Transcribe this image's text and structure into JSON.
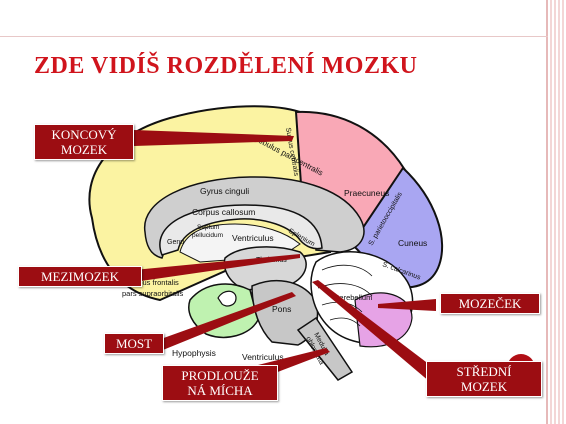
{
  "title": "ZDE VIDÍŠ ROZDĚLENÍ MOZKU",
  "labels": {
    "koncovy_line1": "KONCOVÝ",
    "koncovy_line2": "MOZEK",
    "mezimozek": "MEZIMOZEK",
    "mozecek": "MOZEČEK",
    "most": "MOST",
    "prodlouzena_line1": "PRODLOUŽE",
    "prodlouzena_line2": "NÁ MÍCHA",
    "stredni_line1": "STŘEDNÍ",
    "stredni_line2": "MOZEK"
  },
  "diagram_text": {
    "sulcus_centralis": "Sulcus centralis",
    "lobulus_paracentralis": "Lobulus paracentralis",
    "praecuneus": "Praecuneus",
    "gyrus_cinguli": "Gyrus cinguli",
    "corpus_callosum": "Corpus callosum",
    "septum_pellucidum_1": "Septum",
    "septum_pellucidum_2": "pellucidum",
    "genu": "Genu",
    "ventriculus": "Ventriculus",
    "splenium": "Splenium",
    "sulcus_parietooccipitalis": "S. parietooccipitalis",
    "cuneus": "Cuneus",
    "sulcus_calcarinus": "S. calcarinus",
    "lobus_frontalis_1": "Lobus frontalis",
    "lobus_frontalis_2": "pars supraorbitalis",
    "thalamus": "Thalamus",
    "cerebellum": "Cerebellum",
    "pons": "Pons",
    "hypophysis": "Hypophysis",
    "ventriculus_quartus": "Ventriculus",
    "medulla_1": "Medulla",
    "medulla_2": "oblongata"
  },
  "colors": {
    "title": "#d0141c",
    "label_bg": "#9c0d12",
    "frontal": "#fbf3a2",
    "parietal": "#f9a8b6",
    "occipital": "#a9a6f2",
    "cerebellum": "#e6a3e6",
    "diencephalon": "#d7d7d7",
    "brainstem": "#c7c7c7",
    "temporal_green": "#bff2b0",
    "cingulate": "#cfcfcf",
    "corpus_callosum": "#e9e9e9"
  }
}
